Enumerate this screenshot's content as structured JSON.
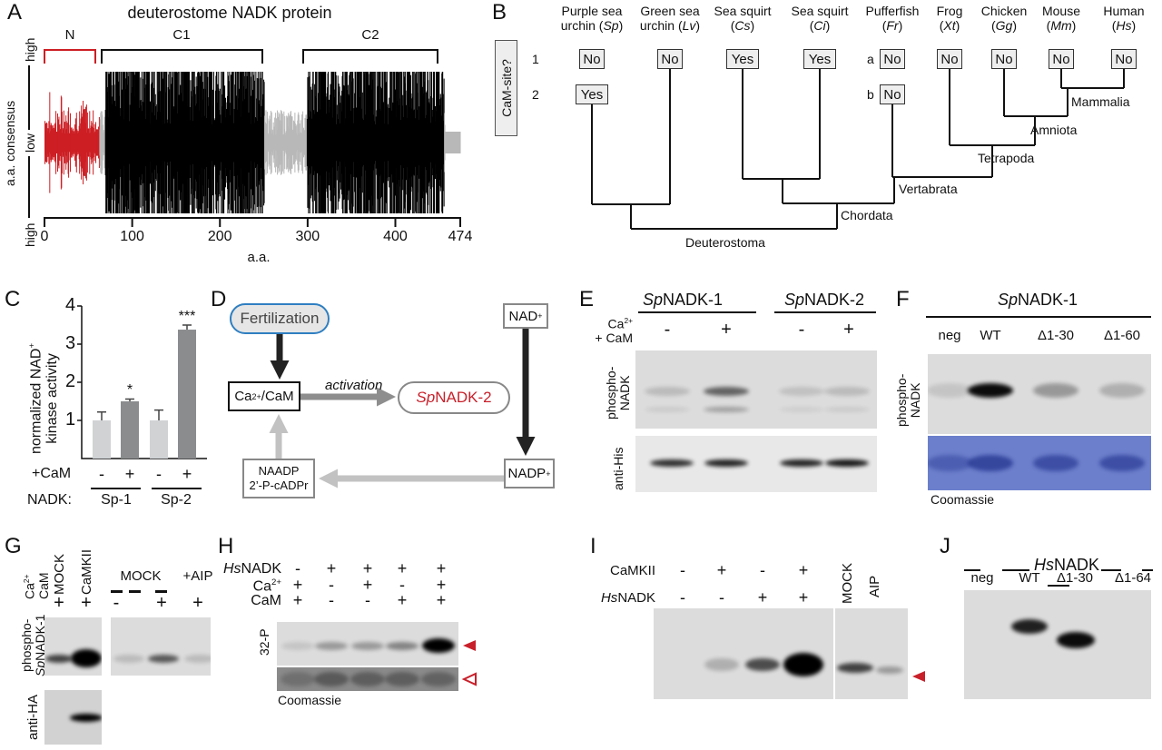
{
  "panel_labels": {
    "a": "A",
    "b": "B",
    "c": "C",
    "d": "D",
    "e": "E",
    "f": "F",
    "g": "G",
    "h": "H",
    "i": "I",
    "j": "J"
  },
  "chart_data": [
    {
      "type": "bar",
      "id": "A",
      "title": "deuterostome NADK protein",
      "xlabel": "a.a.",
      "ylabel": "a.a. consensus",
      "xticks": [
        "0",
        "100",
        "200",
        "300",
        "400",
        "474"
      ],
      "xlim": [
        0,
        474
      ],
      "yticks": [
        "high",
        "low",
        "high"
      ],
      "domains": [
        {
          "name": "N",
          "start": 1,
          "end": 62,
          "color": "#cc1f24"
        },
        {
          "name": "C1",
          "start": 70,
          "end": 250,
          "color": "#000000"
        },
        {
          "name": "C2",
          "start": 300,
          "end": 455,
          "color": "#000000"
        }
      ],
      "other_color": "#b8b8b8"
    },
    {
      "type": "bar",
      "id": "C",
      "ylabel": "normalized NAD+ kinase activity",
      "ylabel_line1": "normalized NAD",
      "ylabel_sup": "+",
      "ylabel_line2": "kinase activity",
      "ylim": [
        0,
        4
      ],
      "yticks": [
        "1",
        "2",
        "3",
        "4"
      ],
      "categories": [
        "Sp-1 -",
        "Sp-1 +",
        "Sp-2 -",
        "Sp-2 +"
      ],
      "values": [
        1.0,
        1.5,
        1.0,
        3.38
      ],
      "errors": [
        0.22,
        0.06,
        0.27,
        0.12
      ],
      "significance": [
        "",
        "*",
        "",
        "***"
      ],
      "colors": [
        "#d0d2d4",
        "#8a8c8e",
        "#d0d2d4",
        "#8a8c8e"
      ],
      "cam_label": "+CaM",
      "cam_signs": [
        "-",
        "+",
        "-",
        "+"
      ],
      "nadk_label": "NADK:",
      "groups": [
        "Sp-1",
        "Sp-2"
      ]
    }
  ],
  "b": {
    "question": "CaM-site?",
    "row1": "1",
    "row2": "2",
    "row_a": "a",
    "row_b": "b",
    "species": [
      {
        "l1": "Purple sea",
        "l2": "urchin (",
        "abbr": "Sp",
        "end": ")",
        "site1": "No",
        "site2": "Yes"
      },
      {
        "l1": "Green sea",
        "l2": "urchin (",
        "abbr": "Lv",
        "end": ")",
        "site1": "No"
      },
      {
        "l1": "Sea squirt",
        "l2": "(",
        "abbr": "Cs",
        "end": ")",
        "site1": "Yes"
      },
      {
        "l1": "Sea squirt",
        "l2": "(",
        "abbr": "Ci",
        "end": ")",
        "site1": "Yes"
      },
      {
        "l1": "Pufferfish",
        "l2": "(",
        "abbr": "Fr",
        "end": ")",
        "site1": "No",
        "site2": "No"
      },
      {
        "l1": "Frog",
        "l2": "(",
        "abbr": "Xt",
        "end": ")",
        "site1": "No"
      },
      {
        "l1": "Chicken",
        "l2": "(",
        "abbr": "Gg",
        "end": ")",
        "site1": "No"
      },
      {
        "l1": "Mouse",
        "l2": "(",
        "abbr": "Mm",
        "end": ")",
        "site1": "No"
      },
      {
        "l1": "Human",
        "l2": "(",
        "abbr": "Hs",
        "end": ")",
        "site1": "No"
      }
    ],
    "clades": [
      "Mammalia",
      "Amniota",
      "Tetrapoda",
      "Vertabrata",
      "Chordata",
      "Deuterostoma"
    ]
  },
  "d": {
    "fertilization": "Fertilization",
    "ca": "Ca",
    "ca_sup": "2+",
    "cam": "/CaM",
    "activation": "activation",
    "sp": "Sp",
    "nadk2": "NADK-2",
    "nad": "NAD",
    "nad_sup": "+",
    "nadp": "NADP",
    "nadp_sup": "+",
    "naadp": "NAADP",
    "cadpr": "2’-P-cADPr"
  },
  "e": {
    "h1_sp": "Sp",
    "h1": "NADK-1",
    "h2_sp": "Sp",
    "h2": "NADK-2",
    "ca": "Ca",
    "ca_sup": "2+",
    "cam": "+ CaM",
    "signs": [
      "-",
      "+",
      "-",
      "+"
    ],
    "blot1": "phospho-NADK",
    "blot1a": "phospho-",
    "blot1b": "NADK",
    "blot2": "anti-His"
  },
  "f": {
    "h_sp": "Sp",
    "h": "NADK-1",
    "lanes": [
      "neg",
      "WT",
      "Δ1-30",
      "Δ1-60"
    ],
    "blot1a": "phospho-",
    "blot1b": "NADK",
    "coomassie": "Coomassie"
  },
  "g": {
    "ca": "Ca",
    "ca_sup": "2+",
    "cam": "CaM",
    "lanes": [
      "MOCK",
      "CaMKII"
    ],
    "signs1": [
      "+",
      "+"
    ],
    "mock": "MOCK",
    "aip": "+AIP",
    "signs2": [
      "-",
      "+",
      "+"
    ],
    "blot1a": "phospho-",
    "blot1b_sp": "Sp",
    "blot1b": "NADK-1",
    "blot2": "anti-HA"
  },
  "h": {
    "rows": [
      {
        "label_i": "Hs",
        "label": "NADK",
        "signs": [
          "-",
          "+",
          "+",
          "+",
          "+"
        ]
      },
      {
        "label": "Ca",
        "sup": "2+",
        "signs": [
          "+",
          "-",
          "+",
          "-",
          "+"
        ]
      },
      {
        "label": "CaM",
        "signs": [
          "+",
          "-",
          "-",
          "+",
          "+"
        ]
      }
    ],
    "blot": "32-P",
    "coomassie": "Coomassie"
  },
  "i": {
    "rows": [
      {
        "label": "CaMKII",
        "signs": [
          "-",
          "+",
          "-",
          "+"
        ]
      },
      {
        "label_i": "Hs",
        "label": "NADK",
        "signs": [
          "-",
          "-",
          "+",
          "+"
        ]
      }
    ],
    "mock": "MOCK",
    "aip": "AIP"
  },
  "j": {
    "h_i": "Hs",
    "h": "NADK",
    "lanes": [
      "neg",
      "WT",
      "Δ1-30",
      "Δ1-64"
    ]
  },
  "colors": {
    "accent_red": "#c8202a",
    "blue": "#2f7fc1",
    "coomassie": "#5a6fc0"
  }
}
